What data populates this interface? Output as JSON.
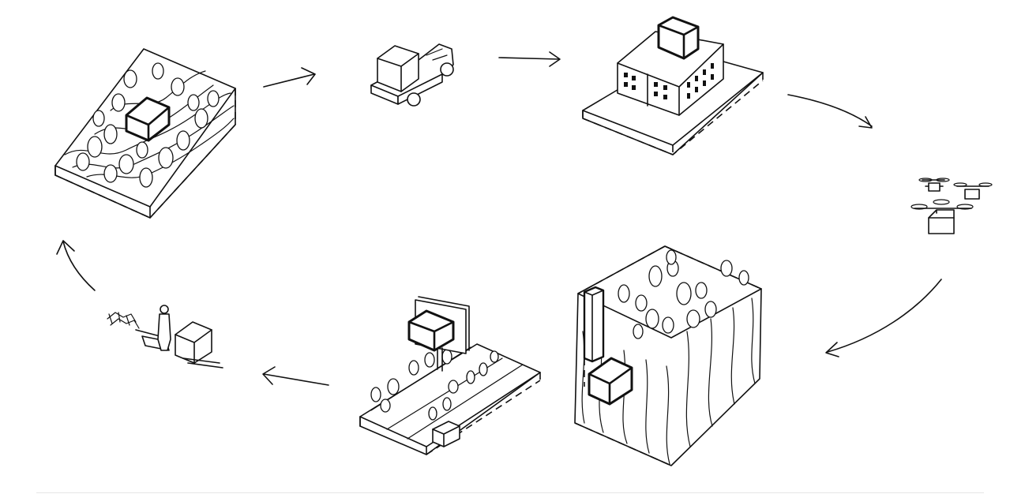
{
  "diagram": {
    "type": "cycle",
    "stages": [
      {
        "id": "hillside-forest-site"
      },
      {
        "id": "delivery-truck"
      },
      {
        "id": "urban-building-block"
      },
      {
        "id": "delivery-drones"
      },
      {
        "id": "cliff-forest-elevator"
      },
      {
        "id": "farm-field-billboard"
      },
      {
        "id": "person-sled-crate"
      }
    ],
    "colors": {
      "ink": "#111111",
      "paper": "#ffffff",
      "rule": "#e6e6e6"
    }
  }
}
